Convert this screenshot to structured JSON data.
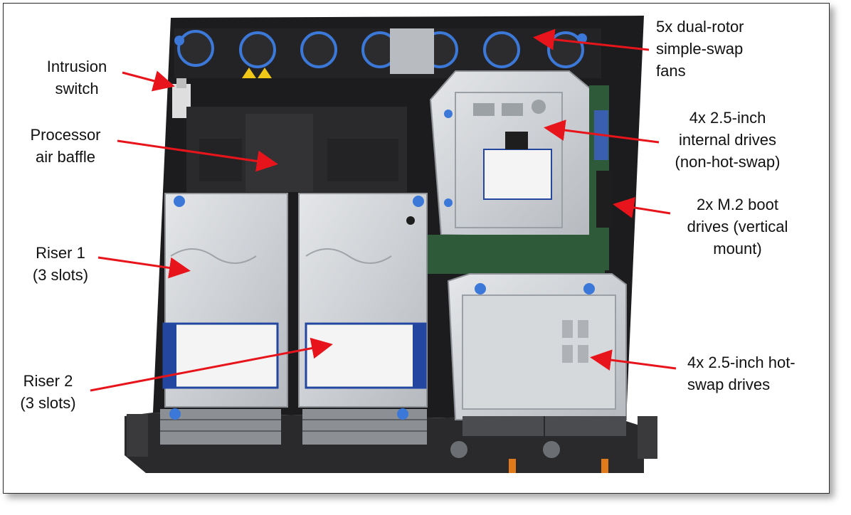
{
  "callouts": {
    "fans": "5x dual-rotor\nsimple-swap\nfans",
    "intrusion": "Intrusion\nswitch",
    "baffle": "Processor\nair baffle",
    "internal_drives": "4x 2.5-inch\ninternal drives\n(non-hot-swap)",
    "m2": "2x M.2 boot\ndrives (vertical\nmount)",
    "riser1": "Riser 1\n(3 slots)",
    "riser2": "Riser 2\n(3 slots)",
    "hotswap": "4x 2.5-inch hot-\nswap drives"
  },
  "colors": {
    "arrow": "#e8141b",
    "chassis": "#1c1c1e",
    "metal": "#c9ccd0",
    "accent_blue": "#3b78d8",
    "board_green": "#2f5a3a"
  }
}
